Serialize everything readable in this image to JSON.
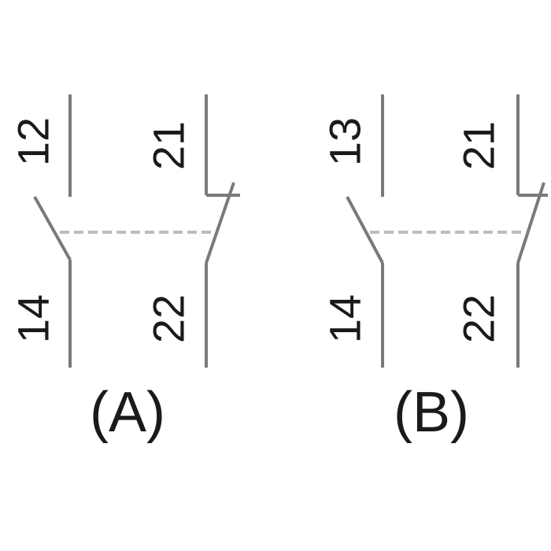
{
  "panels": [
    {
      "caption": "(A)",
      "contact_no": {
        "top": "12",
        "bottom": "14"
      },
      "contact_nc": {
        "top": "21",
        "bottom": "22"
      }
    },
    {
      "caption": "(B)",
      "contact_no": {
        "top": "13",
        "bottom": "14"
      },
      "contact_nc": {
        "top": "21",
        "bottom": "22"
      }
    }
  ]
}
